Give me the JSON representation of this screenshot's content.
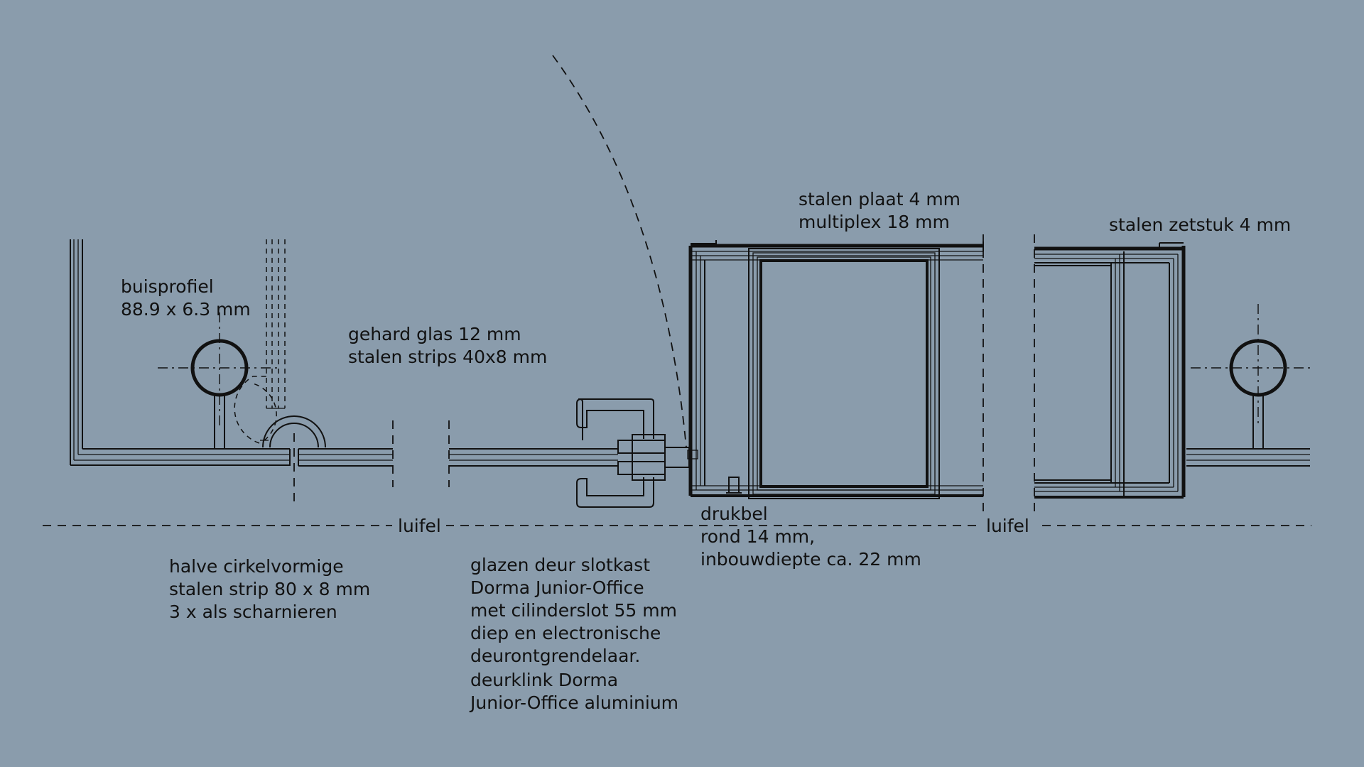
{
  "colors": {
    "background": "#8a9cac",
    "ink": "#111111"
  },
  "labels": {
    "buisprofiel": [
      "buisprofiel",
      "88.9 x 6.3 mm"
    ],
    "gehard_glas": [
      "gehard glas 12 mm",
      "stalen strips 40x8 mm"
    ],
    "stalen_plaat": [
      "stalen plaat 4 mm",
      "multiplex 18 mm"
    ],
    "stalen_zetstuk": [
      "stalen zetstuk 4 mm"
    ],
    "drukbel": [
      "drukbel",
      "rond 14 mm,",
      "inbouwdiepte ca. 22 mm"
    ],
    "luifel_left": "luifel",
    "luifel_right": "luifel",
    "scharnier": [
      "halve cirkelvormige",
      "stalen strip 80 x 8 mm",
      "3 x als scharnieren"
    ],
    "slotkast": [
      "glazen deur slotkast",
      "Dorma Junior-Office",
      "met cilinderslot 55 mm",
      "diep en electronische",
      "deurontgrendelaar."
    ],
    "deurklink": [
      "deurklink Dorma",
      "Junior-Office aluminium"
    ]
  }
}
